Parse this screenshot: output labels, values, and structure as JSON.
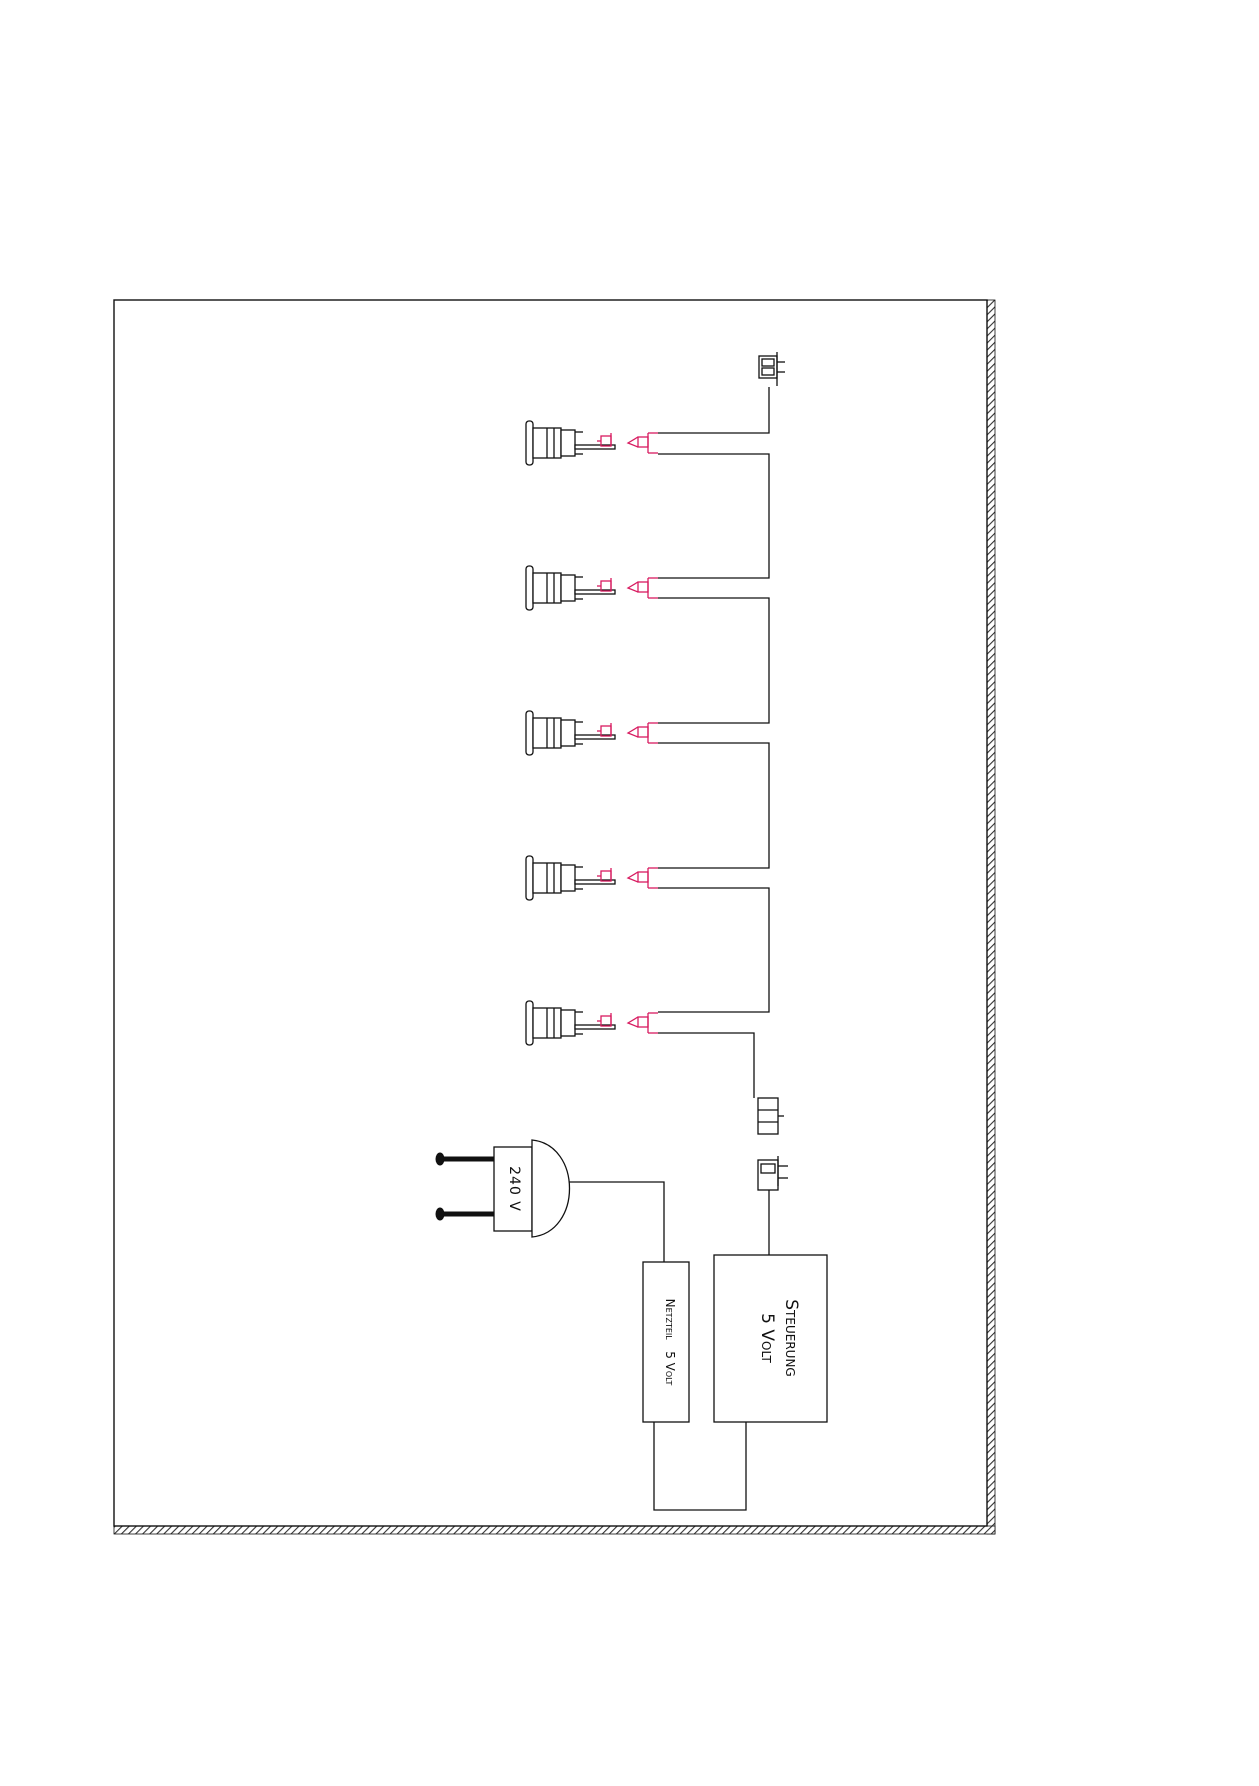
{
  "diagram": {
    "plug_label": "240 V",
    "power_supply_label": "Netzteil   5 Volt",
    "controller_label_line1": "Steuerung",
    "controller_label_line2": "5 Volt"
  },
  "lamp_count": 5,
  "colors": {
    "line": "#111111",
    "connector": "#d81b60",
    "hatch": "#333333",
    "background": "#ffffff"
  }
}
